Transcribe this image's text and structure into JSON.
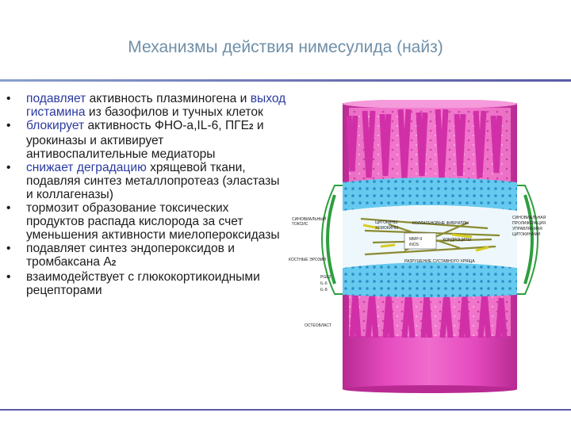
{
  "title": "Механизмы действия  нимесулида (найз)",
  "bullet_symbol": "•",
  "bullets": [
    {
      "highlight": "подавляет",
      "text": " активность плазминогена и ",
      "highlight2": "выход гистамина",
      "text2": " из базофилов и тучных клеток"
    },
    {
      "highlight": "блокирует",
      "text": " активность ФНО-а,IL-6, ПГЕ",
      "sub": "2",
      "text2": " и урокиназы и активирует антивоспалительные медиаторы"
    },
    {
      "highlight": "снижает деградацию",
      "text": " хрящевой ткани, подавляя синтез металлопротеаз (эластазы и коллагеназы)"
    },
    {
      "text": " тормозит образование токсических продуктов распада кислорода за счет уменьшения активности миелопероксидазы"
    },
    {
      "text": "подавляет синтез эндопероксидов и тромбаксана А",
      "sub": "2"
    },
    {
      "text": "взаимодействует с глюкокортикоидными рецепторами"
    }
  ],
  "figure": {
    "labels": {
      "left_1": "СИНОВИАЛЬНЫЙ",
      "left_2": "ТОКСИС",
      "left_3": "КОСТНЫЕ ЭРОЗИИ",
      "left_4": "PGE2",
      "left_5": "IL-6",
      "left_6": "IL-8",
      "left_7": "ОСТЕОБЛАСТ",
      "center_1": "ЦИТОКИНЫ",
      "center_2": "ХЕМОКИНЫ",
      "center_3": "КОЛЛАГЕНОВЫЕ ФИБРИЛЛЫ",
      "center_4": "MMP-9",
      "center_5": "iNOS",
      "center_6": "ХОНДРОЦИТЫ",
      "center_7": "РАЗРУШЕНИЕ СУСТАВНОГО ХРЯЩА",
      "right_1": "СИНОВИАЛЬНАЯ",
      "right_2": "ПРОЛИФЕРАЦИЯ",
      "right_3": "УПРАВЛЯЕМАЯ",
      "right_4": "ЦИТОКИНАМИ"
    },
    "colors": {
      "bone": "#e040b8",
      "marrow": "#f48cd0",
      "cartilage": "#5fc6ec",
      "capsule": "#2e9e3e"
    }
  }
}
